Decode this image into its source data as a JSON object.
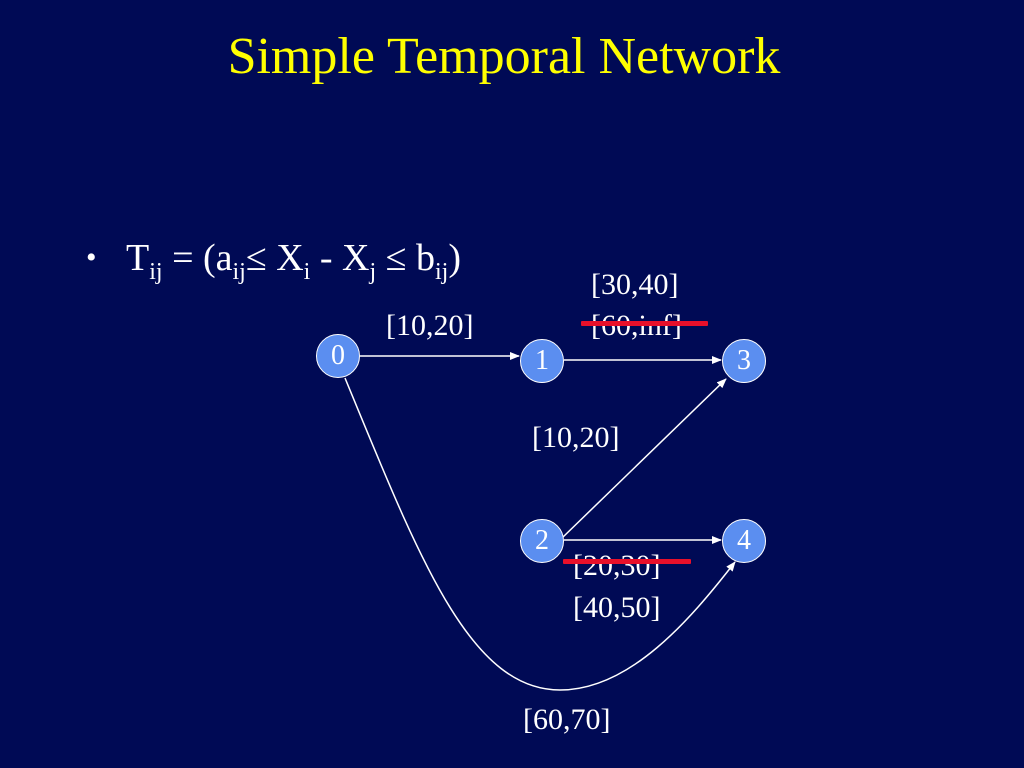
{
  "slide": {
    "title": "Simple Temporal Network",
    "bullet": {
      "symbol": "•",
      "formula_parts": [
        "T",
        "ij",
        " = (a",
        "ij",
        "≤ X",
        "i",
        " - X",
        "j",
        " ≤ b",
        "ij",
        ")"
      ]
    }
  },
  "diagram": {
    "nodes": [
      {
        "id": "0",
        "label": "0"
      },
      {
        "id": "1",
        "label": "1"
      },
      {
        "id": "2",
        "label": "2"
      },
      {
        "id": "3",
        "label": "3"
      },
      {
        "id": "4",
        "label": "4"
      }
    ],
    "edges": [
      {
        "from": "0",
        "to": "1",
        "label": "[10,20]"
      },
      {
        "from": "1",
        "to": "3",
        "label": "[30,40]",
        "struck_label": "[60,inf]"
      },
      {
        "from": "2",
        "to": "3",
        "label": "[10,20]"
      },
      {
        "from": "2",
        "to": "4",
        "label": "[40,50]",
        "struck_label": "[20,30]"
      },
      {
        "from": "0",
        "to": "4",
        "label": "[60,70]"
      }
    ],
    "colors": {
      "background": "#000a55",
      "title": "#ffff00",
      "node_fill": "#5b8ef0",
      "strike": "#e8102a",
      "text": "#ffffff"
    }
  }
}
